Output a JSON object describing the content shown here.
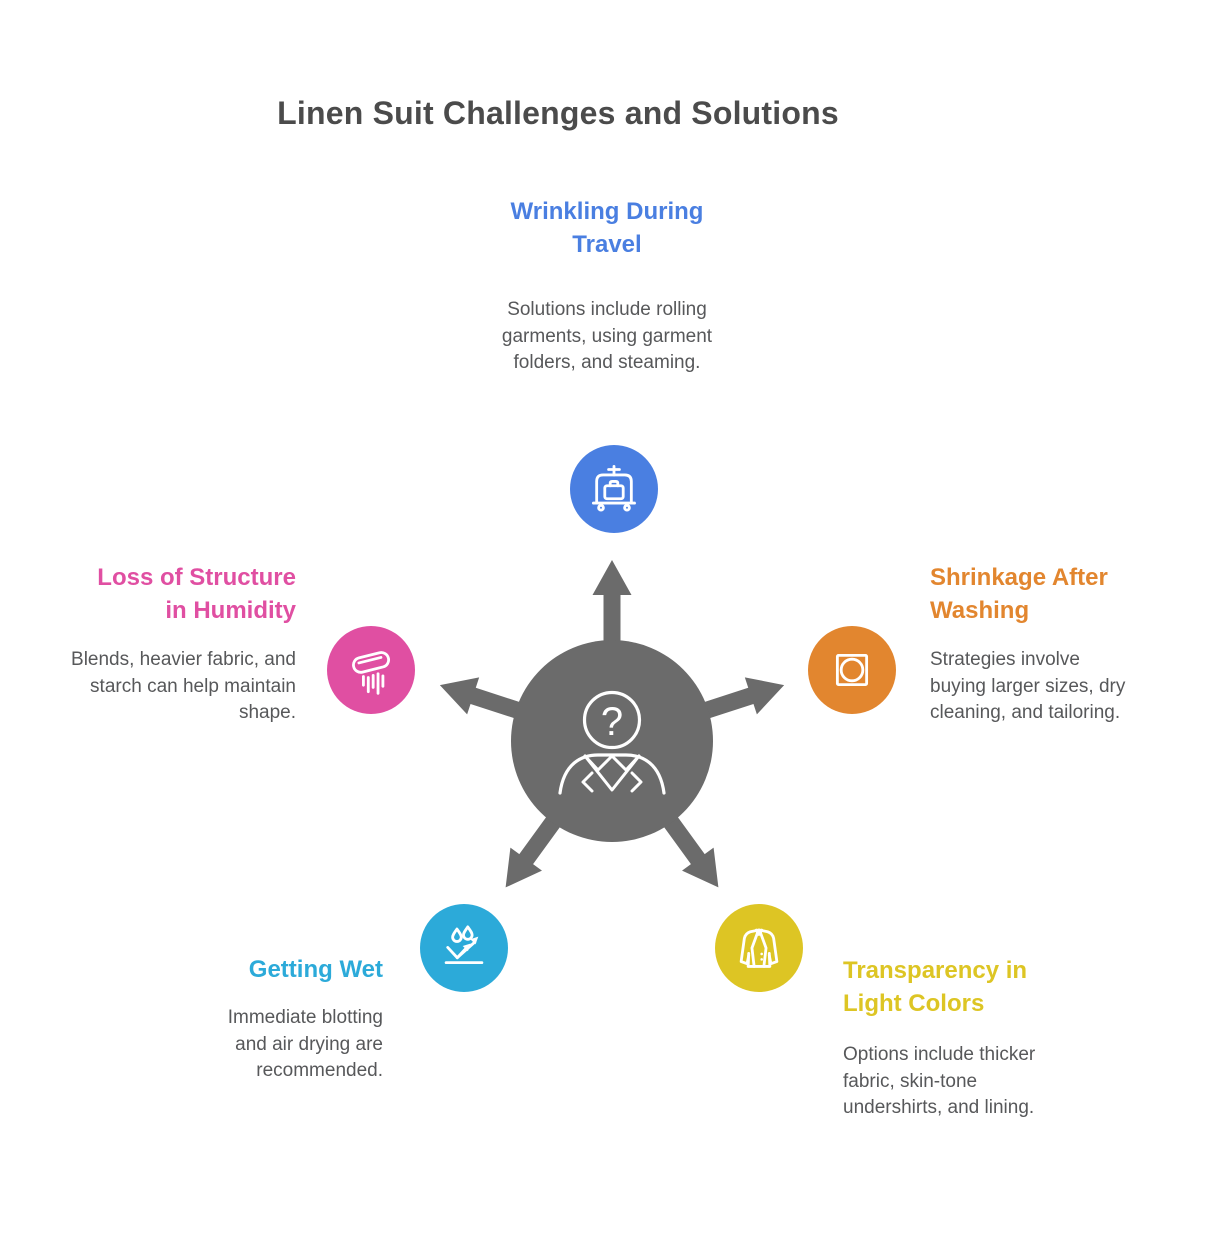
{
  "title": {
    "text": "Linen Suit Challenges and Solutions",
    "color": "#4b4b4b"
  },
  "hub": {
    "color": "#6b6b6b",
    "question_mark": "?",
    "figure": "person-silhouette-with-question-mark-head",
    "arrow_count": 5
  },
  "body_text_color": "#57585a",
  "nodes": [
    {
      "id": "wrinkling-during-travel",
      "position": "top",
      "title": "Wrinkling During\nTravel",
      "description": "Solutions include rolling\ngarments, using garment\nfolders, and steaming.",
      "color": "#4a7fe1",
      "icon": "luggage-cart-icon"
    },
    {
      "id": "shrinkage-after-washing",
      "position": "right",
      "title": "Shrinkage After\nWashing",
      "description": "Strategies involve\nbuying larger sizes, dry\ncleaning, and tailoring.",
      "color": "#e2862f",
      "icon": "laundry-symbol-icon"
    },
    {
      "id": "loss-of-structure-in-humidity",
      "position": "left",
      "title": "Loss of Structure\nin Humidity",
      "description": "Blends, heavier fabric, and\nstarch can help maintain\nshape.",
      "color": "#e04fa2",
      "icon": "damp-fabric-icon"
    },
    {
      "id": "getting-wet",
      "position": "bottom-left",
      "title": "Getting Wet",
      "description": "Immediate blotting\nand air drying are\nrecommended.",
      "color": "#2caad9",
      "icon": "water-repellent-icon"
    },
    {
      "id": "transparency-in-light-colors",
      "position": "bottom-right",
      "title": "Transparency in\nLight Colors",
      "description": "Options include thicker\nfabric, skin-tone\nundershirts, and lining.",
      "color": "#ddc524",
      "icon": "suit-jacket-icon"
    }
  ]
}
